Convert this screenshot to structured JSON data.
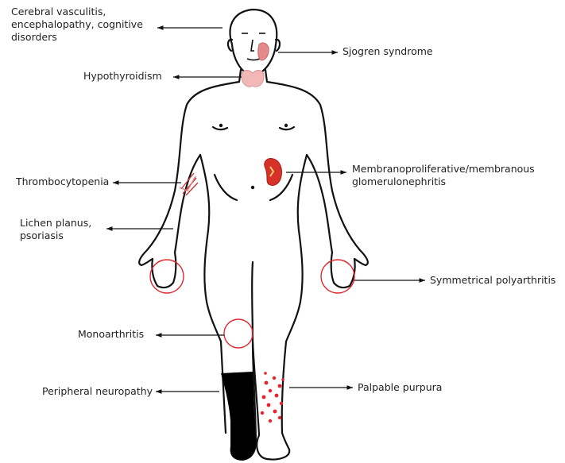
{
  "labels": {
    "cerebral": "Cerebral vasculitis,\nencephalopathy, cognitive\ndisorders",
    "sjogren": "Sjogren syndrome",
    "hypothyroidism": "Hypothyroidism",
    "thrombocytopenia": "Thrombocytopenia",
    "glomerulonephritis": "Membranoproliferative/membranous\nglomerulonephritis",
    "lichen": "Lichen planus,\npsoriasis",
    "polyarthritis": "Symmetrical polyarthritis",
    "monoarthritis": "Monoarthritis",
    "neuropathy": "Peripheral neuropathy",
    "purpura": "Palpable purpura"
  },
  "colors": {
    "outline": "#111111",
    "annotation_circle": "#e0282e",
    "thyroid": "#f2b8b8",
    "parotid": "#e58a8a",
    "kidney": "#d8312a",
    "muscle": "#c23a3a",
    "purpura_dot": "#e8232b",
    "neuropathy_fill": "#000000"
  }
}
